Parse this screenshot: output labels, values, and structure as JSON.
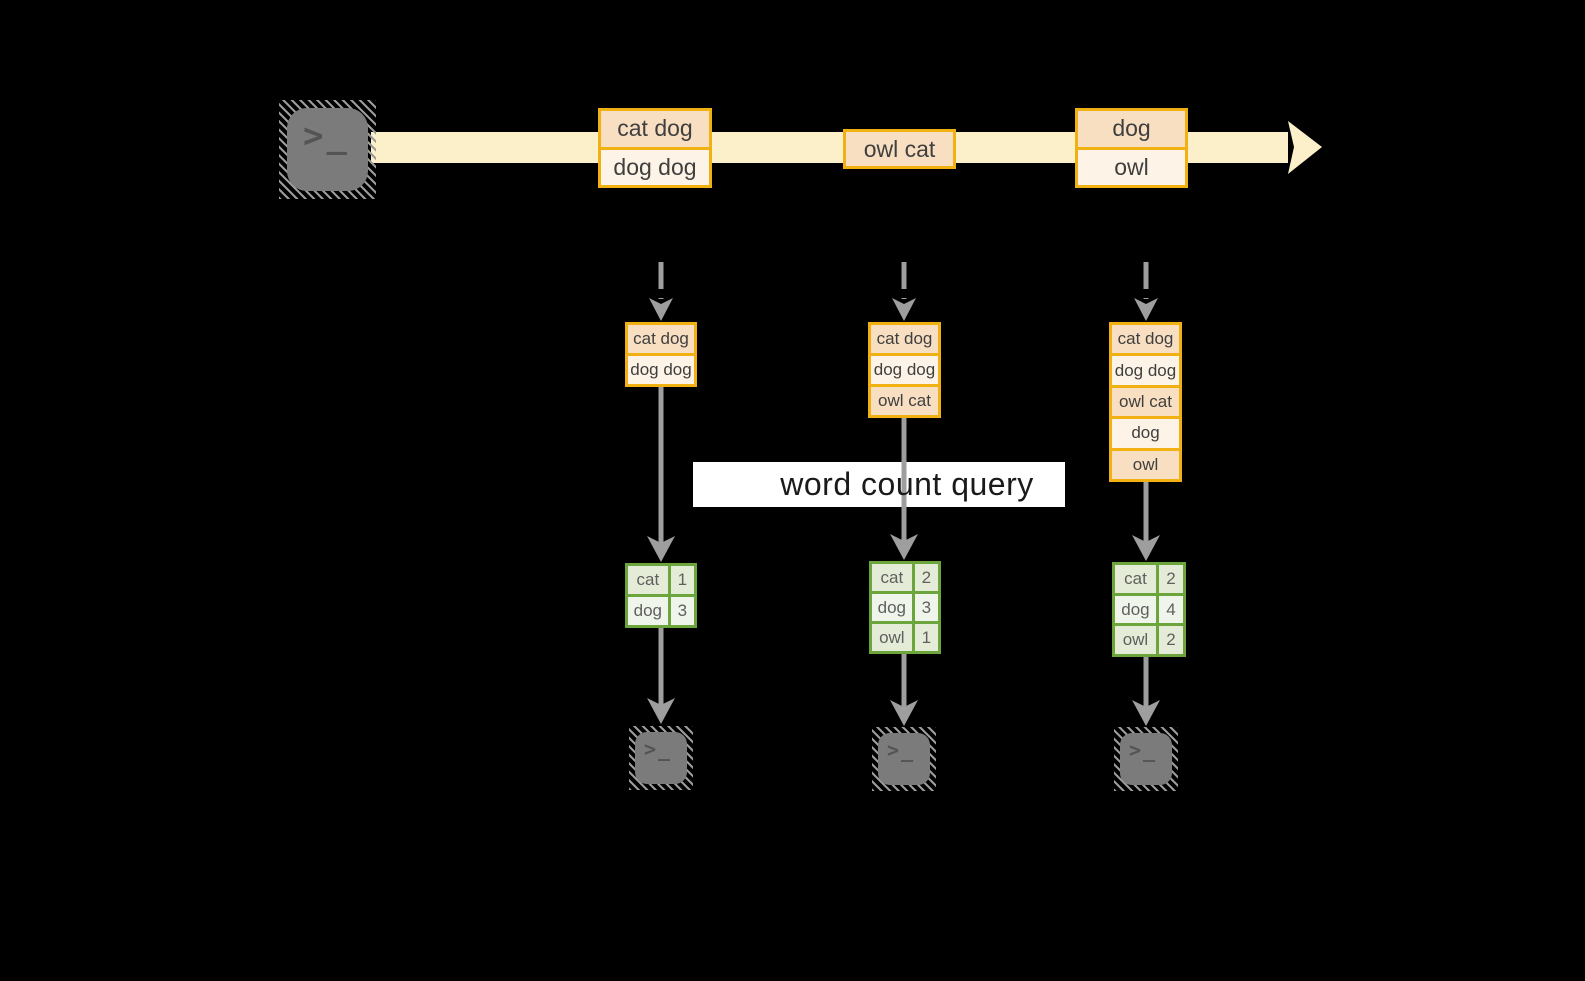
{
  "query_label": "word count query",
  "terminal_glyph": ">_",
  "stream": {
    "batches": [
      {
        "messages": [
          "cat dog",
          "dog dog"
        ]
      },
      {
        "messages": [
          "owl cat"
        ]
      },
      {
        "messages": [
          "dog",
          "owl"
        ]
      }
    ]
  },
  "workers": [
    {
      "buffer": [
        "cat dog",
        "dog dog"
      ],
      "counts": [
        [
          "cat",
          "1"
        ],
        [
          "dog",
          "3"
        ]
      ]
    },
    {
      "buffer": [
        "cat dog",
        "dog dog",
        "owl cat"
      ],
      "counts": [
        [
          "cat",
          "2"
        ],
        [
          "dog",
          "3"
        ],
        [
          "owl",
          "1"
        ]
      ]
    },
    {
      "buffer": [
        "cat dog",
        "dog dog",
        "owl cat",
        "dog",
        "owl"
      ],
      "counts": [
        [
          "cat",
          "2"
        ],
        [
          "dog",
          "4"
        ],
        [
          "owl",
          "2"
        ]
      ]
    }
  ],
  "colors": {
    "background": "#000000",
    "stream_band": "#fcf0cb",
    "amber_border": "#f2b113",
    "peach_fill": "#f8dfc1",
    "cream_fill": "#fdf3e6",
    "green_border": "#6ba53c",
    "sage_fill": "#e4ecd7",
    "light_green_fill": "#f0f5eb",
    "arrow_gray": "#9e9e9e",
    "terminal_gray": "#7b7b7b",
    "box_text": "#3f3f3f",
    "table_text": "#5f5f5f",
    "query_bg": "#ffffff",
    "query_text": "#1a1a1a"
  }
}
